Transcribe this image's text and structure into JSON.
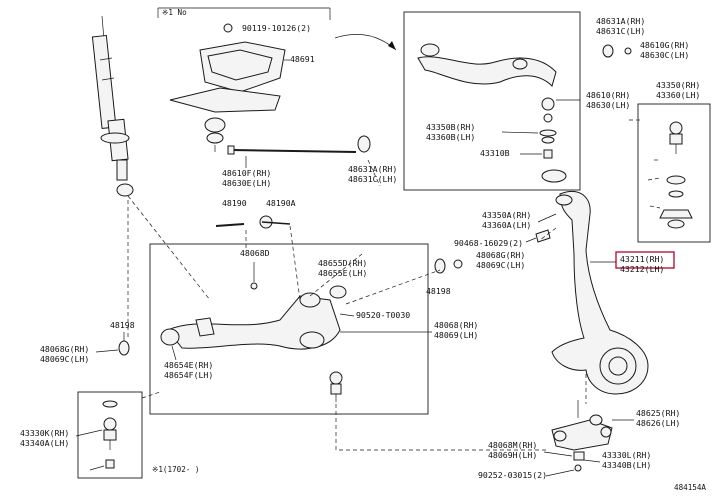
{
  "labels": {
    "top_ref": "※1 No",
    "bolt_48691": "90119-10126(2)",
    "bracket_48691": "48691",
    "upper_arm_rh": "48610(RH)",
    "upper_arm_lh": "48630(LH)",
    "bush_48631a": "48631A(RH)",
    "bush_48631c": "48631C(LH)",
    "bush_48610g": "48610G(RH)",
    "bush_48630c": "48630C(LH)",
    "uj_upper_rh": "43350(RH)",
    "uj_upper_lh": "43360(LH)",
    "uj_bush_b_rh": "43350B(RH)",
    "uj_bush_b_lh": "43360B(LH)",
    "nut_43310b": "43310B",
    "bolt_48610f": "48610F(RH)",
    "bolt_48630e": "48630E(LH)",
    "bush_48631a_b": "48631A(RH)",
    "bush_48631c_b": "48631C(LH)",
    "bolt_48190": "48190",
    "bolt_48190a": "48190A",
    "part_48068d": "48068D",
    "part_48655d": "48655D(RH)",
    "part_48655e": "48655E(LH)",
    "part_48198_top": "48198",
    "part_48198_left": "48198",
    "cam_48068g": "48068G(RH)",
    "cam_48069c": "48069C(LH)",
    "cam_48068g_b": "48068G(RH)",
    "cam_48069c_b": "48069C(LH)",
    "bush_43350a": "43350A(RH)",
    "bush_43360a": "43360A(LH)",
    "bolt_90468": "90468-16029(2)",
    "bolt_90520": "90520-T0030",
    "lower_arm_rh": "48068(RH)",
    "lower_arm_lh": "48069(LH)",
    "bush_48654e": "48654E(RH)",
    "bush_48654f": "48654F(LH)",
    "knuckle_rh": "43211(RH)",
    "knuckle_lh": "43212(LH)",
    "bracket_48625": "48625(RH)",
    "bracket_48626": "48626(LH)",
    "bolt_48068m": "48068M(RH)",
    "bolt_48069h": "48069H(LH)",
    "joint_43330k": "43330K(RH)",
    "joint_43340a": "43340A(LH)",
    "joint_43330l": "43330L(RH)",
    "joint_43340b": "43340B(LH)",
    "bolt_90252": "90252-03015(2)",
    "bottom_ref": "※1(1702-   )",
    "diagram_number": "484154A"
  },
  "highlight_color": "#c0143c"
}
